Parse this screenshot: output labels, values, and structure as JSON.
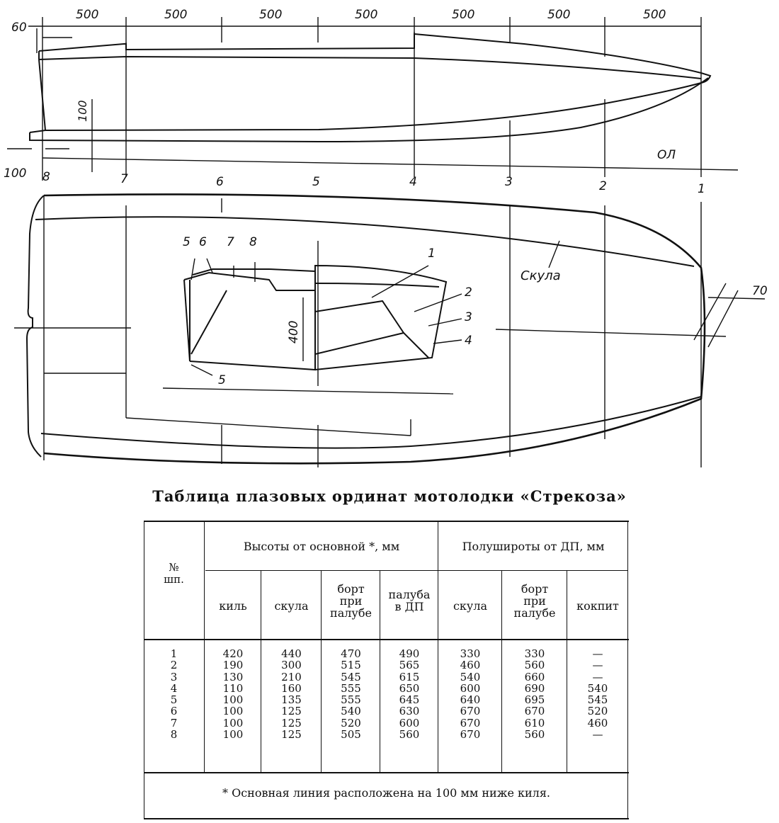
{
  "drawing": {
    "dimension_labels": {
      "spacing": [
        "500",
        "500",
        "500",
        "500",
        "500",
        "500",
        "500"
      ],
      "transom_offset": "60",
      "keel_height": "100",
      "transom_base": "100",
      "cockpit_depth": "400",
      "stem_offset": "70"
    },
    "baseline_label": "ОЛ",
    "frame_numbers_profile": [
      "8",
      "7",
      "6",
      "5",
      "4",
      "3",
      "2",
      "1"
    ],
    "frame_numbers_plan": [
      "6",
      "5",
      "4",
      "3",
      "2",
      "1"
    ],
    "chine_label": "Скула",
    "section_labels_left": [
      "5",
      "6",
      "7",
      "8",
      "5"
    ],
    "section_labels_right": [
      "1",
      "2",
      "3",
      "4"
    ]
  },
  "table": {
    "title": "Таблица плазовых ординат мотолодки «Стрекоза»",
    "frame_header": "№\nшп.",
    "group_heights": "Высоты от основной *, мм",
    "group_halfbreadths": "Полуширoты от ДП, мм",
    "columns": [
      "киль",
      "скула",
      "борт\nпри\nпалубе",
      "палуба\nв ДП",
      "скула",
      "борт\nпри\nпалубе",
      "кокпит"
    ],
    "frames": [
      "1",
      "2",
      "3",
      "4",
      "5",
      "6",
      "7",
      "8"
    ],
    "keel": [
      "420",
      "190",
      "130",
      "110",
      "100",
      "100",
      "100",
      "100"
    ],
    "chine_h": [
      "440",
      "300",
      "210",
      "160",
      "135",
      "125",
      "125",
      "125"
    ],
    "side_h": [
      "470",
      "515",
      "545",
      "555",
      "555",
      "540",
      "520",
      "505"
    ],
    "deck_cl": [
      "490",
      "565",
      "615",
      "650",
      "645",
      "630",
      "600",
      "560"
    ],
    "chine_b": [
      "330",
      "460",
      "540",
      "600",
      "640",
      "670",
      "670",
      "670"
    ],
    "side_b": [
      "330",
      "560",
      "660",
      "690",
      "695",
      "670",
      "610",
      "560"
    ],
    "cockpit": [
      "—",
      "—",
      "—",
      "540",
      "545",
      "520",
      "460",
      "—"
    ],
    "footnote": "* Основная линия расположена на 100 мм ниже киля."
  }
}
